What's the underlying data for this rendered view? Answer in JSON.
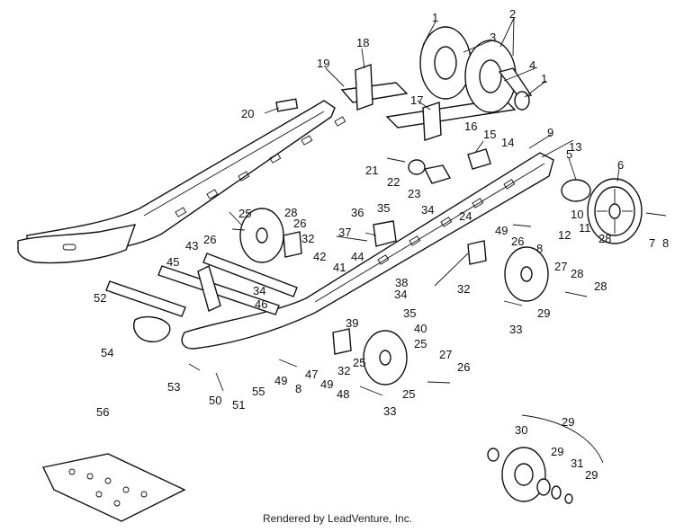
{
  "diagram": {
    "labels": [
      "1",
      "2",
      "3",
      "4",
      "1",
      "5",
      "6",
      "7",
      "8",
      "9",
      "10",
      "11",
      "12",
      "13",
      "14",
      "15",
      "16",
      "17",
      "18",
      "19",
      "20",
      "21",
      "22",
      "23",
      "24",
      "25",
      "26",
      "27",
      "28",
      "26",
      "25",
      "27",
      "26",
      "25",
      "28",
      "28",
      "29",
      "30",
      "31",
      "29",
      "32",
      "33",
      "34",
      "35",
      "36",
      "37",
      "38",
      "39",
      "40",
      "41",
      "42",
      "43",
      "44",
      "45",
      "46",
      "47",
      "48",
      "49",
      "50",
      "51",
      "52",
      "53",
      "54",
      "55",
      "56",
      "8",
      "8",
      "26",
      "28",
      "32",
      "34",
      "35",
      "46",
      "49",
      "33",
      "32",
      "25",
      "26",
      "34"
    ],
    "credit": "Rendered by LeadVenture, Inc."
  }
}
